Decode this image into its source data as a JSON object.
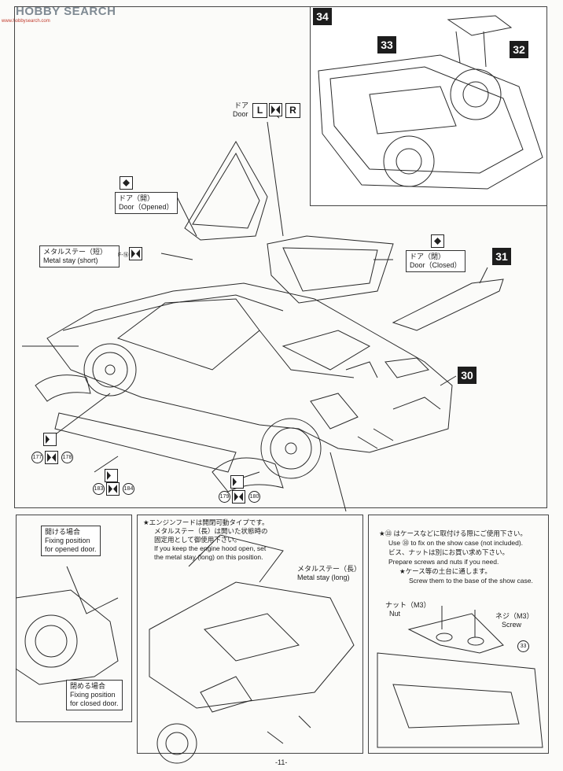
{
  "watermark": {
    "brand": "HOBBY SEARCH",
    "site": "www.hobbysearch.com"
  },
  "steps": {
    "s30": "30",
    "s31": "31",
    "s32": "32",
    "s33": "33",
    "s34": "34"
  },
  "door_panel": {
    "jp": "ドア",
    "en": "Door",
    "left": "L",
    "right": "R",
    "opened_jp": "ドア（開）",
    "opened_en": "Door（Opened）",
    "closed_jp": "ドア（閉）",
    "closed_en": "Door（Closed）",
    "stay_jp": "メタルステー（短）",
    "stay_en": "Metal stay (short)"
  },
  "part_numbers": [
    "177",
    "178",
    "183",
    "184",
    "179",
    "180"
  ],
  "hinge_tag": "F-⑯",
  "detail_left": {
    "open_jp": "開ける場合",
    "open_en1": "Fixing position",
    "open_en2": "for opened door.",
    "close_jp": "閉める場合",
    "close_en1": "Fixing position",
    "close_en2": "for closed door."
  },
  "detail_center": {
    "note_jp1": "★エンジンフードは開閉可動タイプです。",
    "note_jp2": "メタルステー（長）は開いた状態時の",
    "note_jp3": "固定用として御使用下さい。",
    "note_en1": "If you keep the engine hood open, set",
    "note_en2": "the metal stay (long) on this position.",
    "stay_jp": "メタルステー（長）",
    "stay_en": "Metal stay (long)"
  },
  "detail_right": {
    "l1": "★㉝ はケースなどに取付ける際にご使用下さい。",
    "l2": "Use ㉝ to fix on the show case (not included).",
    "l3": "ビス、ナットは別にお買い求め下さい。",
    "l4": "Prepare screws and nuts if you need.",
    "l5": "★ケース等の土台に通します。",
    "l6": "Screw them to the base of the show case.",
    "nut_jp": "ナット（M3）",
    "nut_en": "Nut",
    "screw_jp": "ネジ（M3）",
    "screw_en": "Screw",
    "part": "33"
  },
  "page_number": "-11-"
}
